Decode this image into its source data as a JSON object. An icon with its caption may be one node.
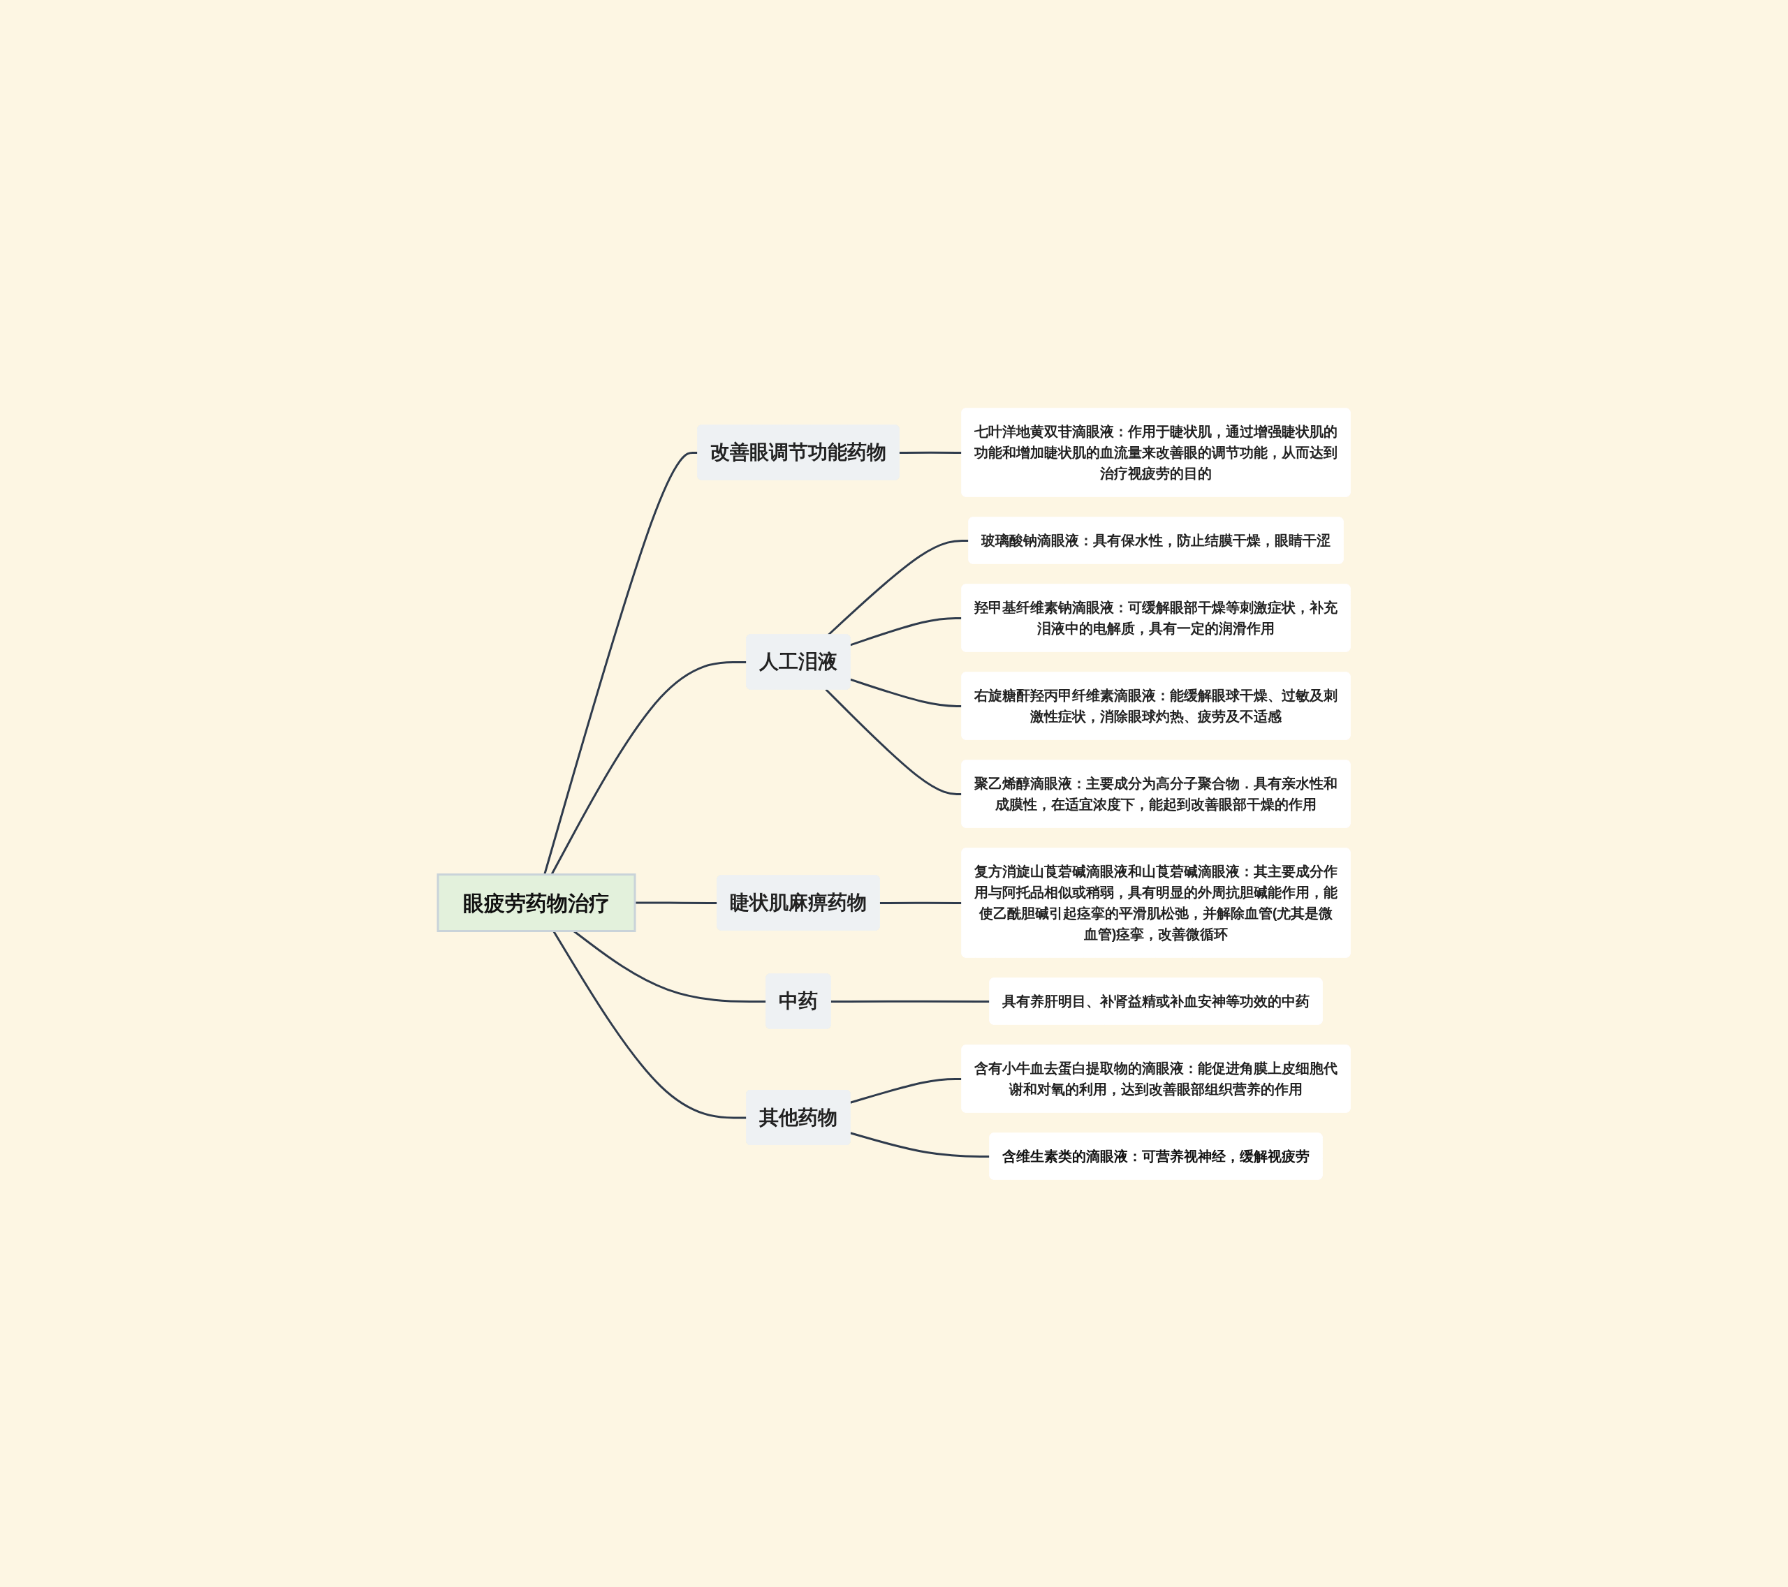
{
  "diagram": {
    "nodes": [
      {
        "text": [
          "眼疲劳药物治疗"
        ]
      },
      {
        "text": [
          "改善眼调节功能药物"
        ]
      },
      {
        "text": [
          "七叶洋地黄双苷滴眼液：作用于睫状肌，通过增强睫状肌的功能和增加睫状肌的血流量来改善眼的调节功能，从而达到治疗视疲劳的目的"
        ]
      },
      {
        "text": [
          "人工泪液"
        ]
      },
      {
        "text": [
          "玻璃酸钠滴眼液：具有保水性，防止结膜干燥，眼睛干涩"
        ]
      },
      {
        "text": [
          "羟甲基纤维素钠滴眼液：可缓解眼部干燥等刺激症状，补充泪液中的电解质，具有一定的润滑作用"
        ]
      },
      {
        "text": [
          "右旋糖酐羟丙甲纤维素滴眼液：能缓解眼球干燥、过敏及刺激性症状，消除眼球灼热、疲劳及不适感"
        ]
      },
      {
        "text": [
          "聚乙烯醇滴眼液：主要成分为高分子聚合物．具有亲水性和成膜性，在适宜浓度下，能起到改善眼部干燥的作用"
        ]
      },
      {
        "text": [
          "睫状肌麻痹药物"
        ]
      },
      {
        "text": [
          "复方消旋山莨菪碱滴眼液和山莨菪碱滴眼液：其主要成分作用与阿托品相似或稍弱，具有明显的外周抗胆碱能作用，能使乙酰胆碱引起痉挛的平滑肌松弛，并解除血管(尤其是微血管)痉挛，改善微循环"
        ]
      },
      {
        "text": [
          "中药"
        ]
      },
      {
        "text": [
          "具有养肝明目、补肾益精或补血安神等功效的中药"
        ]
      },
      {
        "text": [
          "其他药物"
        ]
      },
      {
        "text": [
          "含有小牛血去蛋白提取物的滴眼液：能促进角膜上皮细胞代谢和对氧的利用，达到改善眼部组织营养的作用"
        ]
      },
      {
        "text": [
          "含维生素类的滴眼液：可营养视神经，缓解视疲劳"
        ]
      }
    ],
    "edges": [
      {
        "from": 0,
        "to": 1,
        "arrow": "none"
      },
      {
        "from": 0,
        "to": 3,
        "arrow": "none"
      },
      {
        "from": 0,
        "to": 8,
        "arrow": "none"
      },
      {
        "from": 0,
        "to": 10,
        "arrow": "none"
      },
      {
        "from": 0,
        "to": 12,
        "arrow": "none"
      },
      {
        "from": 1,
        "to": 2,
        "arrow": "none"
      },
      {
        "from": 3,
        "to": 4,
        "arrow": "none"
      },
      {
        "from": 3,
        "to": 5,
        "arrow": "none"
      },
      {
        "from": 3,
        "to": 6,
        "arrow": "none"
      },
      {
        "from": 3,
        "to": 7,
        "arrow": "none"
      },
      {
        "from": 8,
        "to": 9,
        "arrow": "none"
      },
      {
        "from": 10,
        "to": 11,
        "arrow": "none"
      },
      {
        "from": 12,
        "to": 13,
        "arrow": "none"
      },
      {
        "from": 12,
        "to": 14,
        "arrow": "none"
      }
    ]
  }
}
